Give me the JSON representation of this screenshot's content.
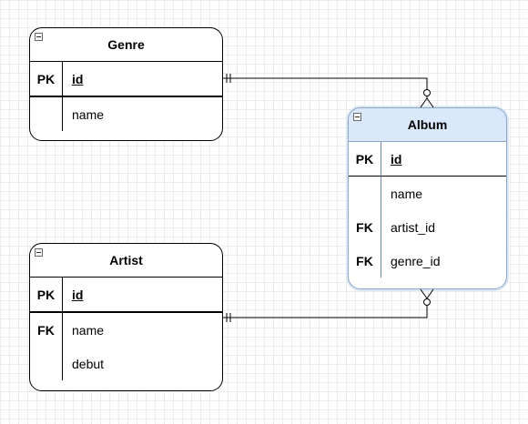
{
  "entities": {
    "genre": {
      "title": "Genre",
      "rows": [
        {
          "key": "PK",
          "field": "id"
        },
        {
          "key": "",
          "field": "name"
        }
      ]
    },
    "artist": {
      "title": "Artist",
      "rows": [
        {
          "key": "PK",
          "field": "id"
        },
        {
          "key": "FK",
          "field": "name"
        },
        {
          "key": "",
          "field": "debut"
        }
      ]
    },
    "album": {
      "title": "Album",
      "rows": [
        {
          "key": "PK",
          "field": "id"
        },
        {
          "key": "",
          "field": "name"
        },
        {
          "key": "FK",
          "field": "artist_id"
        },
        {
          "key": "FK",
          "field": "genre_id"
        }
      ]
    }
  },
  "relations": [
    {
      "from": "Genre",
      "to": "Album",
      "from_cardinality": "one-and-only-one",
      "to_cardinality": "zero-or-many"
    },
    {
      "from": "Artist",
      "to": "Album",
      "from_cardinality": "one-and-only-one",
      "to_cardinality": "zero-or-many"
    }
  ],
  "colors": {
    "selected_header": "#dae8fc",
    "selected_border": "#8aa6c8",
    "line": "#000000"
  }
}
